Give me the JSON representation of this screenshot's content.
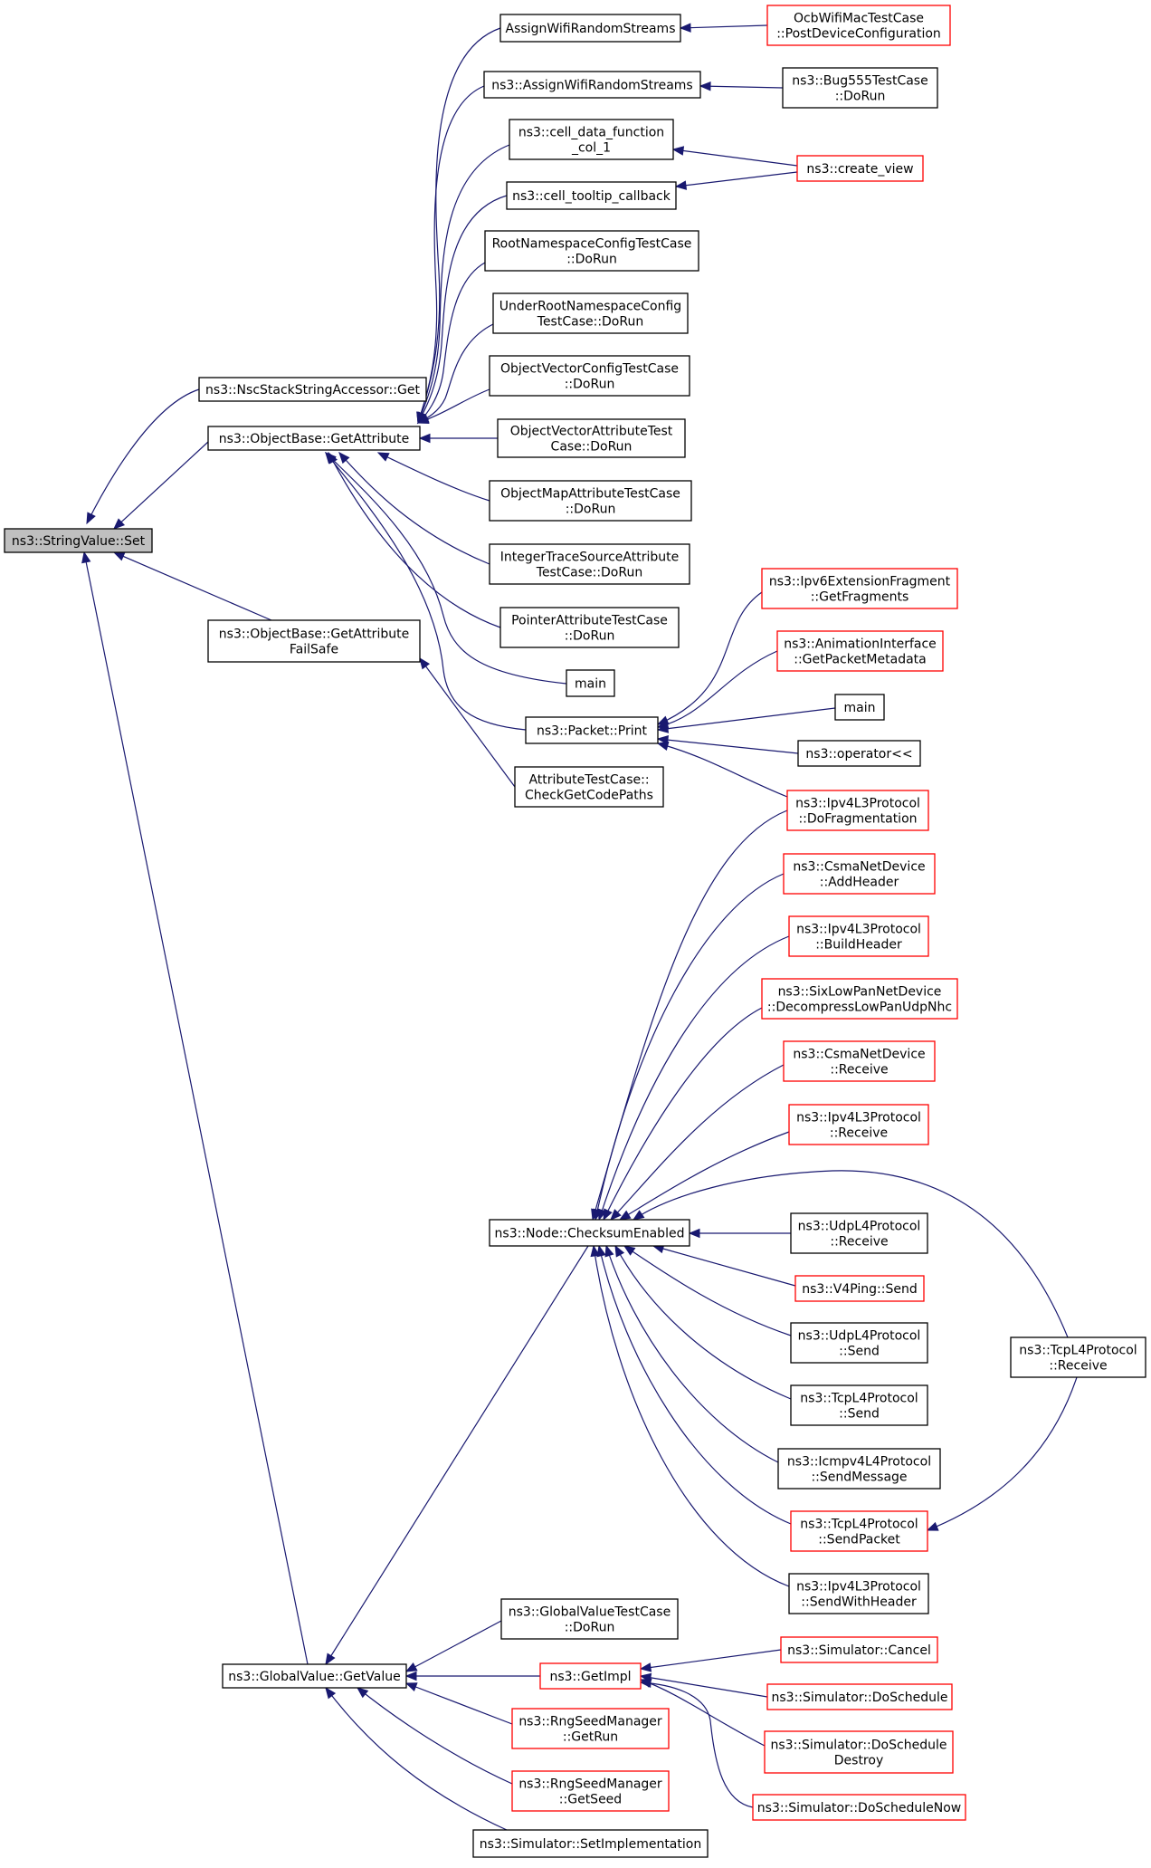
{
  "colors": {
    "edge": "#191970",
    "border_normal": "#000000",
    "border_truncated": "#ff0000",
    "fill_root": "#bfbfbf",
    "fill_default": "#ffffff"
  },
  "nodes": [
    {
      "id": "root",
      "lines": [
        "ns3::StringValue::Set"
      ],
      "style": "root"
    },
    {
      "id": "nsc",
      "lines": [
        "ns3::NscStackStringAccessor::Get"
      ],
      "style": "normal"
    },
    {
      "id": "getattr",
      "lines": [
        "ns3::ObjectBase::GetAttribute"
      ],
      "style": "normal"
    },
    {
      "id": "getattrfs",
      "lines": [
        "ns3::ObjectBase::GetAttribute",
        "FailSafe"
      ],
      "style": "normal"
    },
    {
      "id": "gvget",
      "lines": [
        "ns3::GlobalValue::GetValue"
      ],
      "style": "normal"
    },
    {
      "id": "awrs",
      "lines": [
        "AssignWifiRandomStreams"
      ],
      "style": "normal"
    },
    {
      "id": "ns3awrs",
      "lines": [
        "ns3::AssignWifiRandomStreams"
      ],
      "style": "normal"
    },
    {
      "id": "celldata",
      "lines": [
        "ns3::cell_data_function",
        "_col_1"
      ],
      "style": "normal"
    },
    {
      "id": "celltooltip",
      "lines": [
        "ns3::cell_tooltip_callback"
      ],
      "style": "normal"
    },
    {
      "id": "rootns",
      "lines": [
        "RootNamespaceConfigTestCase",
        "::DoRun"
      ],
      "style": "normal"
    },
    {
      "id": "underroot",
      "lines": [
        "UnderRootNamespaceConfig",
        "TestCase::DoRun"
      ],
      "style": "normal"
    },
    {
      "id": "objvecconf",
      "lines": [
        "ObjectVectorConfigTestCase",
        "::DoRun"
      ],
      "style": "normal"
    },
    {
      "id": "objvecattr",
      "lines": [
        "ObjectVectorAttributeTest",
        "Case::DoRun"
      ],
      "style": "normal"
    },
    {
      "id": "objmap",
      "lines": [
        "ObjectMapAttributeTestCase",
        "::DoRun"
      ],
      "style": "normal"
    },
    {
      "id": "inttrace",
      "lines": [
        "IntegerTraceSourceAttribute",
        "TestCase::DoRun"
      ],
      "style": "normal"
    },
    {
      "id": "pointer",
      "lines": [
        "PointerAttributeTestCase",
        "::DoRun"
      ],
      "style": "normal"
    },
    {
      "id": "main1",
      "lines": [
        "main"
      ],
      "style": "normal"
    },
    {
      "id": "pktprint",
      "lines": [
        "ns3::Packet::Print"
      ],
      "style": "normal"
    },
    {
      "id": "attrtest",
      "lines": [
        "AttributeTestCase::",
        "CheckGetCodePaths"
      ],
      "style": "normal"
    },
    {
      "id": "ocb",
      "lines": [
        "OcbWifiMacTestCase",
        "::PostDeviceConfiguration"
      ],
      "style": "truncated"
    },
    {
      "id": "bug555",
      "lines": [
        "ns3::Bug555TestCase",
        "::DoRun"
      ],
      "style": "normal"
    },
    {
      "id": "createview",
      "lines": [
        "ns3::create_view"
      ],
      "style": "truncated"
    },
    {
      "id": "ipv6frag",
      "lines": [
        "ns3::Ipv6ExtensionFragment",
        "::GetFragments"
      ],
      "style": "truncated"
    },
    {
      "id": "animint",
      "lines": [
        "ns3::AnimationInterface",
        "::GetPacketMetadata"
      ],
      "style": "truncated"
    },
    {
      "id": "main2",
      "lines": [
        "main"
      ],
      "style": "normal"
    },
    {
      "id": "oplt",
      "lines": [
        "ns3::operator<<"
      ],
      "style": "normal"
    },
    {
      "id": "ipv4frag",
      "lines": [
        "ns3::Ipv4L3Protocol",
        "::DoFragmentation"
      ],
      "style": "truncated"
    },
    {
      "id": "csmaadd",
      "lines": [
        "ns3::CsmaNetDevice",
        "::AddHeader"
      ],
      "style": "truncated"
    },
    {
      "id": "ipv4build",
      "lines": [
        "ns3::Ipv4L3Protocol",
        "::BuildHeader"
      ],
      "style": "truncated"
    },
    {
      "id": "sixlow",
      "lines": [
        "ns3::SixLowPanNetDevice",
        "::DecompressLowPanUdpNhc"
      ],
      "style": "truncated"
    },
    {
      "id": "csmarecv",
      "lines": [
        "ns3::CsmaNetDevice",
        "::Receive"
      ],
      "style": "truncated"
    },
    {
      "id": "ipv4recv",
      "lines": [
        "ns3::Ipv4L3Protocol",
        "::Receive"
      ],
      "style": "truncated"
    },
    {
      "id": "checksum",
      "lines": [
        "ns3::Node::ChecksumEnabled"
      ],
      "style": "normal"
    },
    {
      "id": "udprecv",
      "lines": [
        "ns3::UdpL4Protocol",
        "::Receive"
      ],
      "style": "normal"
    },
    {
      "id": "v4ping",
      "lines": [
        "ns3::V4Ping::Send"
      ],
      "style": "truncated"
    },
    {
      "id": "udpsend",
      "lines": [
        "ns3::UdpL4Protocol",
        "::Send"
      ],
      "style": "normal"
    },
    {
      "id": "tcpsend",
      "lines": [
        "ns3::TcpL4Protocol",
        "::Send"
      ],
      "style": "normal"
    },
    {
      "id": "icmp",
      "lines": [
        "ns3::Icmpv4L4Protocol",
        "::SendMessage"
      ],
      "style": "normal"
    },
    {
      "id": "tcpsendpkt",
      "lines": [
        "ns3::TcpL4Protocol",
        "::SendPacket"
      ],
      "style": "truncated"
    },
    {
      "id": "ipv4sendhdr",
      "lines": [
        "ns3::Ipv4L3Protocol",
        "::SendWithHeader"
      ],
      "style": "normal"
    },
    {
      "id": "tcprecv",
      "lines": [
        "ns3::TcpL4Protocol",
        "::Receive"
      ],
      "style": "normal"
    },
    {
      "id": "gvtest",
      "lines": [
        "ns3::GlobalValueTestCase",
        "::DoRun"
      ],
      "style": "normal"
    },
    {
      "id": "getimpl",
      "lines": [
        "ns3::GetImpl"
      ],
      "style": "truncated"
    },
    {
      "id": "rngrun",
      "lines": [
        "ns3::RngSeedManager",
        "::GetRun"
      ],
      "style": "truncated"
    },
    {
      "id": "rngseed",
      "lines": [
        "ns3::RngSeedManager",
        "::GetSeed"
      ],
      "style": "truncated"
    },
    {
      "id": "simsetimpl",
      "lines": [
        "ns3::Simulator::SetImplementation"
      ],
      "style": "normal"
    },
    {
      "id": "simcancel",
      "lines": [
        "ns3::Simulator::Cancel"
      ],
      "style": "truncated"
    },
    {
      "id": "simdosched",
      "lines": [
        "ns3::Simulator::DoSchedule"
      ],
      "style": "truncated"
    },
    {
      "id": "simdoscheddestroy",
      "lines": [
        "ns3::Simulator::DoSchedule",
        "Destroy"
      ],
      "style": "truncated"
    },
    {
      "id": "simdoschednow",
      "lines": [
        "ns3::Simulator::DoScheduleNow"
      ],
      "style": "truncated"
    }
  ],
  "edges": [
    [
      "nsc",
      "root"
    ],
    [
      "getattr",
      "root"
    ],
    [
      "getattrfs",
      "root"
    ],
    [
      "gvget",
      "root"
    ],
    [
      "awrs",
      "getattr"
    ],
    [
      "ns3awrs",
      "getattr"
    ],
    [
      "celldata",
      "getattr"
    ],
    [
      "celltooltip",
      "getattr"
    ],
    [
      "rootns",
      "getattr"
    ],
    [
      "underroot",
      "getattr"
    ],
    [
      "objvecconf",
      "getattr"
    ],
    [
      "objvecattr",
      "getattr"
    ],
    [
      "objmap",
      "getattr"
    ],
    [
      "inttrace",
      "getattr"
    ],
    [
      "pointer",
      "getattr"
    ],
    [
      "main1",
      "getattr"
    ],
    [
      "pktprint",
      "getattr"
    ],
    [
      "attrtest",
      "getattrfs"
    ],
    [
      "ocb",
      "awrs"
    ],
    [
      "bug555",
      "ns3awrs"
    ],
    [
      "createview",
      "celldata"
    ],
    [
      "createview",
      "celltooltip"
    ],
    [
      "ipv6frag",
      "pktprint"
    ],
    [
      "animint",
      "pktprint"
    ],
    [
      "main2",
      "pktprint"
    ],
    [
      "oplt",
      "pktprint"
    ],
    [
      "ipv4frag",
      "pktprint"
    ],
    [
      "ipv4frag",
      "checksum"
    ],
    [
      "csmaadd",
      "checksum"
    ],
    [
      "ipv4build",
      "checksum"
    ],
    [
      "sixlow",
      "checksum"
    ],
    [
      "csmarecv",
      "checksum"
    ],
    [
      "ipv4recv",
      "checksum"
    ],
    [
      "tcprecv",
      "checksum"
    ],
    [
      "udprecv",
      "checksum"
    ],
    [
      "v4ping",
      "checksum"
    ],
    [
      "udpsend",
      "checksum"
    ],
    [
      "tcpsend",
      "checksum"
    ],
    [
      "icmp",
      "checksum"
    ],
    [
      "tcpsendpkt",
      "checksum"
    ],
    [
      "ipv4sendhdr",
      "checksum"
    ],
    [
      "tcprecv",
      "tcpsendpkt"
    ],
    [
      "checksum",
      "gvget"
    ],
    [
      "gvtest",
      "gvget"
    ],
    [
      "getimpl",
      "gvget"
    ],
    [
      "rngrun",
      "gvget"
    ],
    [
      "rngseed",
      "gvget"
    ],
    [
      "simsetimpl",
      "gvget"
    ],
    [
      "simcancel",
      "getimpl"
    ],
    [
      "simdosched",
      "getimpl"
    ],
    [
      "simdoscheddestroy",
      "getimpl"
    ],
    [
      "simdoschednow",
      "getimpl"
    ]
  ]
}
